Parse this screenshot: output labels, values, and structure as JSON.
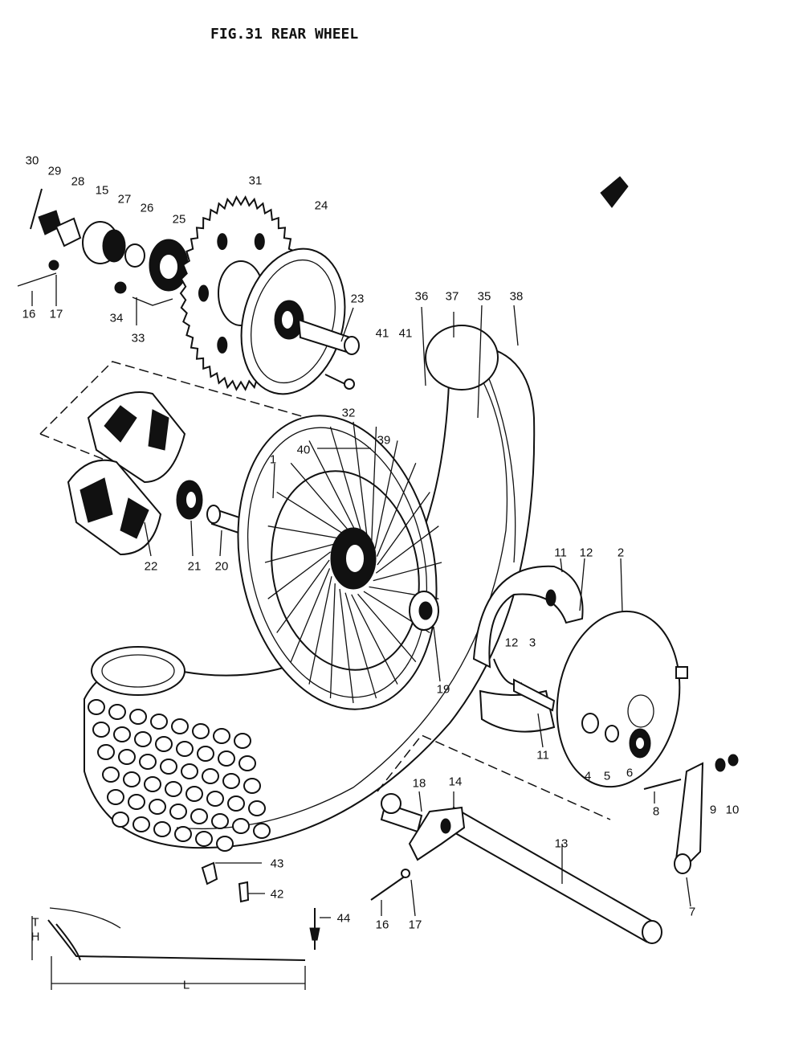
{
  "figure": {
    "title": "FIG.31  REAR WHEEL"
  },
  "callouts": [
    {
      "id": "c30",
      "label": "30"
    },
    {
      "id": "c29",
      "label": "29"
    },
    {
      "id": "c28",
      "label": "28"
    },
    {
      "id": "c15",
      "label": "15"
    },
    {
      "id": "c27",
      "label": "27"
    },
    {
      "id": "c26",
      "label": "26"
    },
    {
      "id": "c25",
      "label": "25"
    },
    {
      "id": "c31",
      "label": "31"
    },
    {
      "id": "c24",
      "label": "24"
    },
    {
      "id": "c23",
      "label": "23"
    },
    {
      "id": "c16a",
      "label": "16"
    },
    {
      "id": "c17a",
      "label": "17"
    },
    {
      "id": "c34",
      "label": "34"
    },
    {
      "id": "c33",
      "label": "33"
    },
    {
      "id": "c41a",
      "label": "41"
    },
    {
      "id": "c41b",
      "label": "41"
    },
    {
      "id": "c36",
      "label": "36"
    },
    {
      "id": "c37",
      "label": "37"
    },
    {
      "id": "c35",
      "label": "35"
    },
    {
      "id": "c38",
      "label": "38"
    },
    {
      "id": "c32",
      "label": "32"
    },
    {
      "id": "c40",
      "label": "40"
    },
    {
      "id": "c39",
      "label": "39"
    },
    {
      "id": "c1",
      "label": "1"
    },
    {
      "id": "c22",
      "label": "22"
    },
    {
      "id": "c21",
      "label": "21"
    },
    {
      "id": "c20",
      "label": "20"
    },
    {
      "id": "c11a",
      "label": "11"
    },
    {
      "id": "c12a",
      "label": "12"
    },
    {
      "id": "c2",
      "label": "2"
    },
    {
      "id": "c12b",
      "label": "12"
    },
    {
      "id": "c3",
      "label": "3"
    },
    {
      "id": "c19",
      "label": "19"
    },
    {
      "id": "c11b",
      "label": "11"
    },
    {
      "id": "c4",
      "label": "4"
    },
    {
      "id": "c5",
      "label": "5"
    },
    {
      "id": "c6",
      "label": "6"
    },
    {
      "id": "c8",
      "label": "8"
    },
    {
      "id": "c9",
      "label": "9"
    },
    {
      "id": "c10",
      "label": "10"
    },
    {
      "id": "c18",
      "label": "18"
    },
    {
      "id": "c14",
      "label": "14"
    },
    {
      "id": "c13",
      "label": "13"
    },
    {
      "id": "c43",
      "label": "43"
    },
    {
      "id": "c42",
      "label": "42"
    },
    {
      "id": "c16b",
      "label": "16"
    },
    {
      "id": "c17b",
      "label": "17"
    },
    {
      "id": "c7",
      "label": "7"
    },
    {
      "id": "c44",
      "label": "44"
    },
    {
      "id": "cT",
      "label": "T"
    },
    {
      "id": "cH",
      "label": "H"
    },
    {
      "id": "cL",
      "label": "L"
    }
  ],
  "colors": {
    "ink": "#111111",
    "paper": "#ffffff"
  }
}
